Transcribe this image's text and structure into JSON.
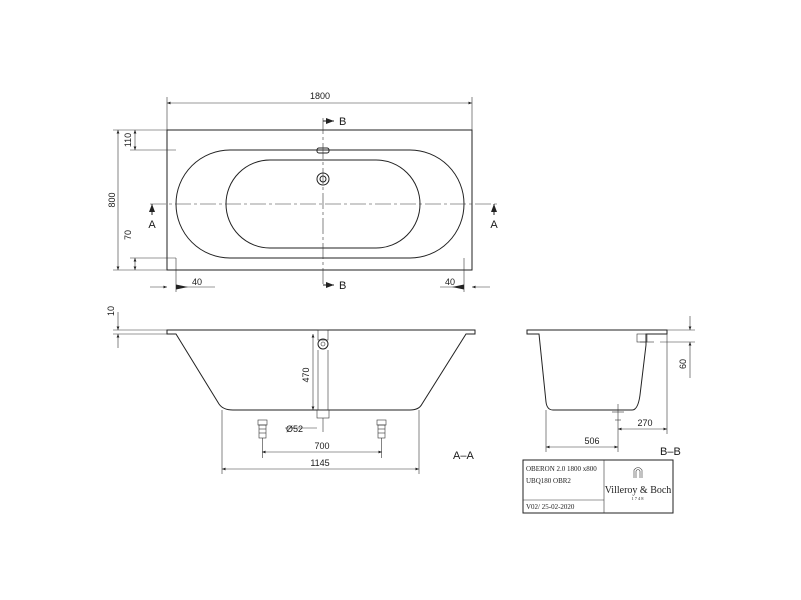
{
  "dimensions": {
    "overall_length": "1800",
    "overall_width": "800",
    "rim_top": "110",
    "rim_side": "70",
    "offset_left": "40",
    "offset_right": "40",
    "rim_thickness": "10",
    "depth": "470",
    "waste_diameter": "Ø52",
    "feet_spacing": "700",
    "bottom_length": "1145",
    "section_bottom": "506",
    "waste_offset": "270",
    "section_depth": "60"
  },
  "section_markers": {
    "a": "A",
    "b": "B",
    "view_aa": "A–A",
    "view_bb": "B–B"
  },
  "title_block": {
    "product_line1": "OBERON 2.0 1800 x800",
    "product_line2": "UBQ180 OBR2",
    "version": "V02/ 25-02-2020",
    "brand": "Villeroy & Boch",
    "brand_year": "1748"
  }
}
